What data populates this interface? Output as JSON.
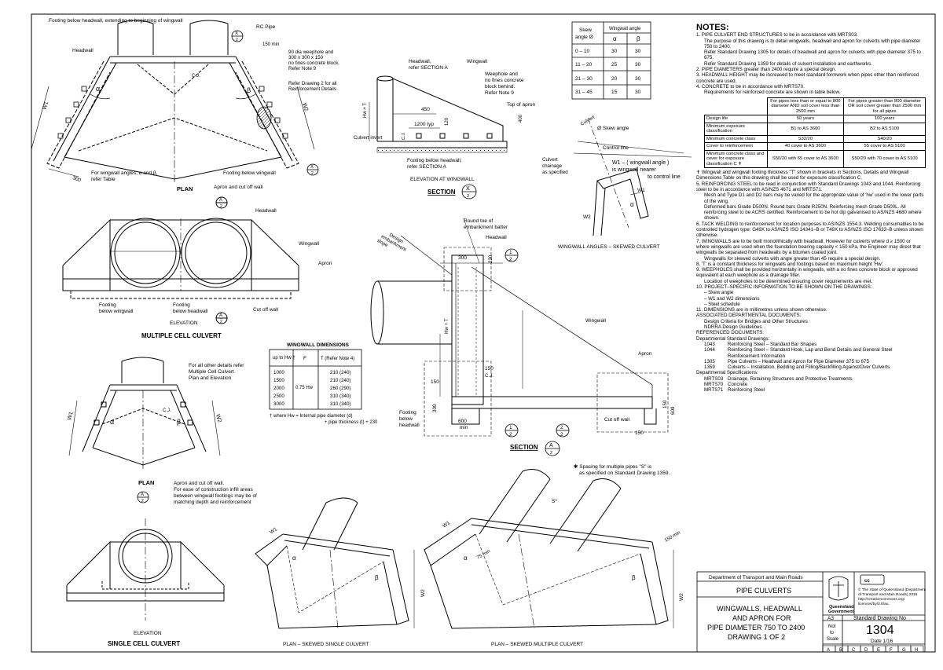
{
  "labels": {
    "footing_below_headwall": "Footing below headwall, extending to beginning of wingwall",
    "headwall": "Headwall",
    "rc_pipe": "RC Pipe",
    "dim_150_min": "150 min",
    "weephole": "90 dia weephole and 300 x 300 x 150 no fines concrete block. Refer Note 9",
    "cj": "C.J.",
    "refer_drawing_2": "Refer Drawing 2 for all Reinforcement Details",
    "wingwall_angles_note": "For wingwall angles, α and β, refer Table",
    "footing_below_wingwall": "Footing below wingwall",
    "apron_cutoff": "Apron and cut off wall",
    "plan": "PLAN",
    "w1": "W1",
    "w2": "W2",
    "alpha": "α",
    "beta": "β",
    "dim_300": "300",
    "dim_1": "1",
    "x_sym": "X",
    "x_sub": "-",
    "x_ref": "2",
    "a_sym": "A",
    "a_ref": "2",
    "one": "1",
    "two": "2",
    "wingwall": "Wingwall",
    "apron": "Apron",
    "footing_below_wingwall2": "Footing below wingwall",
    "footing_below_headwall2": "Footing below headwall",
    "cut_off_wall": "Cut off wall",
    "elevation": "ELEVATION",
    "multiple_cell_culvert": "MULTIPLE CELL CULVERT",
    "headwall_refer_a": "Headwall, refer SECTION A",
    "weephole_note": "Weephole and no fines concrete block behind. Refer Note 9",
    "top_of_apron": "Top of apron",
    "dim_450": "450",
    "dim_1200": "1200 typ",
    "dim_120": "120",
    "dim_400": "400",
    "hw_t": "Hw + T",
    "culvert_invert": "Culvert invert",
    "footing_refer_a": "Footing below headwall, refer SECTION A",
    "elevation_at_wingwall": "ELEVATION AT WINGWALL",
    "section": "SECTION",
    "culvert": "Culvert",
    "skew_angle": "Ø Skew angle",
    "control_line": "Control line",
    "culvert_chainage": "Culvert chainage as specified",
    "w1_formula": "W1 – ( wingwall angle ) is wingwall nearer to control line",
    "wingwall_angles_skewed": "WINGWALL ANGLES – SKEWED CULVERT",
    "round_toe": "Round toe of embankment batter",
    "design_embankment": "Design embankment slope",
    "dim_230": "230",
    "hw_plus_t": "Hw + T",
    "cj2": "C.J.",
    "dim_150b": "150",
    "dim_150c": "150",
    "dim_300b": "300",
    "dim_600min": "600 min",
    "dim_600": "600",
    "dim_150d": "150",
    "footing_below_headwall3": "Footing below headwall",
    "cut_off_wall2": "Cut off wall",
    "for_all_details": "For all other details refer Multiple Cell Culvert Plan and Elevation",
    "apron_cutoff_infill": "Apron and cut off wall. For ease of construction infill areas between wingwall footings may be of matching depth and reinforcement",
    "single_cell_culvert": "SINGLE CELL CULVERT",
    "elevation2": "ELEVATION",
    "plan2": "PLAN",
    "spacing_note": "Spacing for multiple pipes \"S\" is as specified on Standard Drawing 1359.",
    "plan_skewed_single": "PLAN – SKEWED SINGLE CULVERT",
    "plan_skewed_multiple": "PLAN – SKEWED MULTIPLE CULVERT",
    "dim_75min": "75 min",
    "dim_150min2": "150 min",
    "s_star": "S*"
  },
  "skew_table": {
    "h1": "Skew angle Ø",
    "h2": "Wingwall angle",
    "h_alpha": "α",
    "h_beta": "β",
    "rows": [
      [
        "0 – 10",
        "30",
        "30"
      ],
      [
        "11 – 20",
        "25",
        "30"
      ],
      [
        "21 – 30",
        "20",
        "30"
      ],
      [
        "31 – 45",
        "15",
        "30"
      ]
    ]
  },
  "dims_table": {
    "title": "WINGWALL DIMENSIONS",
    "h_hw": "up to Hw †",
    "h_f": "F",
    "h_t": "T (Refer Note 4)",
    "hw": [
      "1000",
      "1500",
      "2000",
      "2500",
      "3000"
    ],
    "f": "0.75 Hw",
    "t": [
      "210 (240)",
      "210 (240)",
      "260 (290)",
      "310 (340)",
      "310 (340)"
    ],
    "footnote1": "† where Hw = Internal pipe diameter (d)",
    "footnote2": "+ pipe thickness (t) + 230"
  },
  "notes": {
    "title": "NOTES:",
    "n1a": "1. PIPE CULVERT END STRUCTURES to be in accordance with MRTS03.",
    "n1b": "The purpose of this drawing is to detail wingwalls, headwall and apron for culverts with pipe diameter 750 to 2400.",
    "n1c": "Refer Standard Drawing 1305 for details of headwall and apron for culverts with pipe diameter 375 to 675.",
    "n1d": "Refer Standard Drawing 1359 for details of culvert installation and earthworks.",
    "n2": "2. PIPE DIAMETERS greater than 2400 require a special design.",
    "n3": "3. HEADWALL HEIGHT may be increased to meet standard formwork when pipes other than reinforced concrete are used.",
    "n4a": "4. CONCRETE to be in accordance with MRTS70.",
    "n4b": "Requirements for reinforced concrete are shown in table below.",
    "conc_head1": "For pipes less than or equal to 800 diameter AND soil cover less than 2500 mm",
    "conc_head2": "For pipes greater than 800 diameter OR soil cover greater than 2500 mm for all pipes",
    "conc_rows": [
      [
        "Design life",
        "50 years",
        "100 years"
      ],
      [
        "Minimum exposure classification",
        "B1 to AS 3600",
        "B2 to AS 5100"
      ],
      [
        "Minimum concrete class",
        "S32/20",
        "S40/20"
      ],
      [
        "Cover to reinforcement",
        "40 cover to AS 3600",
        "55 cover to AS 5100"
      ],
      [
        "Minimum concrete class and cover for exposure classification C ✝",
        "S50/20 with 65 cover to AS 3600",
        "S50/20 with 70 cover to AS 5100"
      ]
    ],
    "n4c": "✝ Wingwall and wingwall footing thickness \"T\" shown in brackets in Sections, Details and Wingwall Dimensions Table on this drawing shall be used for exposure classification C.",
    "n5a": "5. REINFORCING STEEL to be read in conjunction with Standard Drawings 1043 and 1044. Reinforcing steel to be in accordance with AS/NZS 4671 and MRTS71.",
    "n5b": "Mesh and Type D1 and D2 bars may be varied for the appropriate value of 'hw' used in the lower parts of the wing.",
    "n5c": "Deformed bars Grade D500N. Round bars Grade R250N. Reinforcing mesh Grade D500L. All reinforcing steel to be ACRS certified. Reinforcement to be hot dip galvanised to AS/NZS 4680 where shown.",
    "n6": "6. TACK WELDING to reinforcement for location purposes to AS/NZS 1554.3. Welding consumables to be controlled hydrogen type: G49X to AS/NZS ISO 14341–B or T49X to AS/NZS ISO 17632–B unless shown otherwise.",
    "n7a": "7. WINGWALLS are to be built monolithically with headwall. However for culverts where d ≥ 1500 or where wingwalls are used when the foundation bearing capacity < 150 kPa, the Engineer may direct that wingwalls be separated from headwalls by a bitumen coated joint.",
    "n7b": "Wingwalls for skewed culverts with angle greater than 45 require a special design.",
    "n8": "8. 'T' is a constant thickness for wingwalls and footings based on maximum height 'Hw'.",
    "n9a": "9. WEEPHOLES shall be provided horizontally in wingwalls, with a no fines concrete block or approved equivalent at each weephole as a drainage filter.",
    "n9b": "Location of weepholes to be determined ensuring cover requirements are met.",
    "n10": "10. PROJECT–SPECIFIC INFORMATION TO BE SHOWN ON THE DRAWINGS:",
    "n10a": "– Skew angle",
    "n10b": "– W1 and W2 dimensions",
    "n10c": "– Steel schedule",
    "n11": "11. DIMENSIONS are in millimetres unless shown otherwise.",
    "assoc": "ASSOCIATED DEPARTMENTAL DOCUMENTS:",
    "assoc1": "Design Criteria for Bridges and Other Structures",
    "assoc2": "NDRRA Design Guidelines",
    "refdocs": "REFERENCED DOCUMENTS:",
    "stddwg": "Departmental Standard Drawings:",
    "refs": [
      [
        "1043",
        "Reinforcing Steel – Standard Bar Shapes"
      ],
      [
        "1044",
        "Reinforcing Steel – Standard Hook, Lap and Bend Details and General Steel Reinforcement Information"
      ],
      [
        "1305",
        "Pipe Culverts – Headwall and Apron for Pipe Diameter 375 to 675"
      ],
      [
        "1359",
        "Culverts – Installation, Bedding and Filling/Backfilling Against/Over Culverts"
      ]
    ],
    "specs": "Departmental Specifications:",
    "spec_refs": [
      [
        "MRTS03",
        "Drainage, Retaining Structures and Protective Treatments"
      ],
      [
        "MRTS70",
        "Concrete"
      ],
      [
        "MRTS71",
        "Reinforcing Steel"
      ]
    ]
  },
  "title_block": {
    "dept": "Department of Transport and Main Roads",
    "category": "PIPE CULVERTS",
    "title1": "WINGWALLS, HEADWALL",
    "title2": "AND APRON FOR",
    "title3": "PIPE DIAMETER 750 TO 2400",
    "title4": "DRAWING 1 OF 2",
    "qld": "Queensland Government",
    "copyright": "© The State of Queensland (Department of Transport and Main Roads) 2016 http://creativecommons.org/licences/by/3.0/au.",
    "size": "A3",
    "not_to": "Not to Scale",
    "std_label": "Standard Drawing No",
    "std_no": "1304",
    "date": "Date 1/16",
    "revs": [
      "A",
      "B",
      "C",
      "D",
      "E",
      "F",
      "G",
      "H"
    ]
  }
}
